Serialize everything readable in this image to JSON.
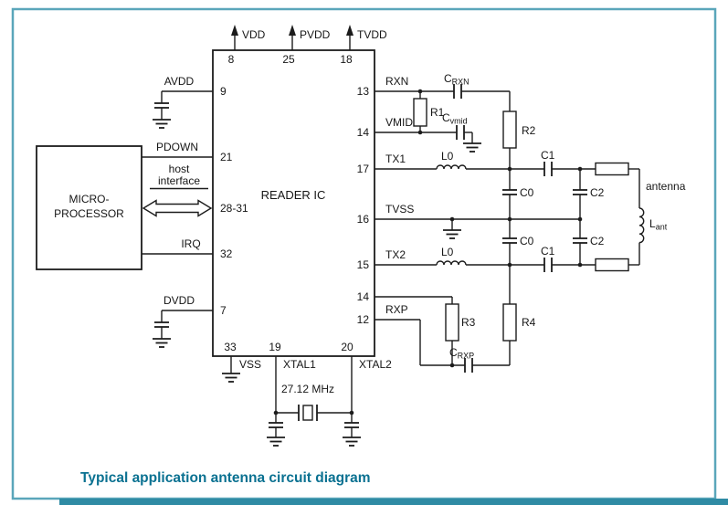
{
  "caption": "Typical application antenna circuit diagram",
  "ic": {
    "label": "READER IC"
  },
  "microprocessor": {
    "line1": "MICRO-",
    "line2": "PROCESSOR"
  },
  "host_interface": {
    "line1": "host",
    "line2": "interface"
  },
  "pins": {
    "vdd": {
      "label": "VDD",
      "num": "8"
    },
    "pvdd": {
      "label": "PVDD",
      "num": "25"
    },
    "tvdd": {
      "label": "TVDD",
      "num": "18"
    },
    "avdd": {
      "label": "AVDD",
      "num": "9"
    },
    "pdown": {
      "label": "PDOWN",
      "num": "21"
    },
    "host": {
      "num": "28-31"
    },
    "irq": {
      "label": "IRQ",
      "num": "32"
    },
    "dvdd": {
      "label": "DVDD",
      "num": "7"
    },
    "vss": {
      "label": "VSS",
      "num": "33"
    },
    "xtal1": {
      "label": "XTAL1",
      "num": "19"
    },
    "xtal2": {
      "label": "XTAL2",
      "num": "20"
    },
    "rxn": {
      "label": "RXN",
      "num": "13"
    },
    "vmid": {
      "label": "VMID",
      "num": "14"
    },
    "tx1": {
      "label": "TX1",
      "num": "17"
    },
    "tvss": {
      "label": "TVSS",
      "num": "16"
    },
    "tx2": {
      "label": "TX2",
      "num": "15"
    },
    "vmid2": {
      "num": "14"
    },
    "rxp": {
      "label": "RXP",
      "num": "12"
    }
  },
  "crystal": {
    "frequency": "27.12 MHz"
  },
  "components": {
    "c_rxn": {
      "prefix": "C",
      "sub": "RXN"
    },
    "c_vmid": {
      "prefix": "C",
      "sub": "vmid"
    },
    "c_rxp": {
      "prefix": "C",
      "sub": "RXP"
    },
    "lant": {
      "prefix": "L",
      "sub": "ant"
    },
    "r1": "R1",
    "r2": "R2",
    "r3": "R3",
    "r4": "R4",
    "l0_top": "L0",
    "l0_bottom": "L0",
    "c0_top": "C0",
    "c0_bottom": "C0",
    "c1_top": "C1",
    "c1_bottom": "C1",
    "c2_top": "C2",
    "c2_bottom": "C2"
  },
  "antenna_label": "antenna",
  "colors": {
    "frame": "#5aa6ba",
    "caption": "#0a7191",
    "footer_bar": "#2f8ba4",
    "wire": "#1c1c1c"
  }
}
